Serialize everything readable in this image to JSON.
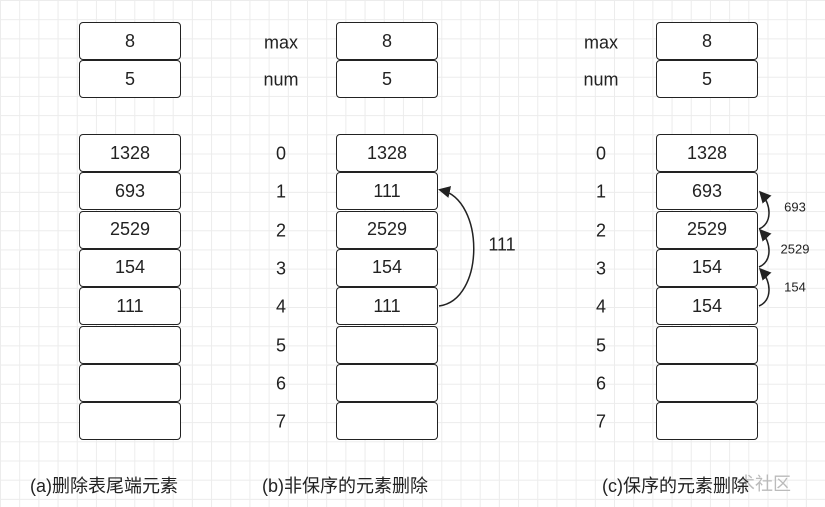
{
  "panels": [
    {
      "id": "a",
      "max": "8",
      "num": "5",
      "cells": [
        "1328",
        "693",
        "2529",
        "154",
        "111",
        "",
        "",
        ""
      ],
      "caption": "(a)删除表尾端元素"
    },
    {
      "id": "b",
      "max_label": "max",
      "num_label": "num",
      "max": "8",
      "num": "5",
      "indices": [
        "0",
        "1",
        "2",
        "3",
        "4",
        "5",
        "6",
        "7"
      ],
      "cells": [
        "1328",
        "111",
        "2529",
        "154",
        "111",
        "",
        "",
        ""
      ],
      "caption": "(b)非保序的元素删除",
      "arrow_label": "111"
    },
    {
      "id": "c",
      "max_label": "max",
      "num_label": "num",
      "max": "8",
      "num": "5",
      "indices": [
        "0",
        "1",
        "2",
        "3",
        "4",
        "5",
        "6",
        "7"
      ],
      "cells": [
        "1328",
        "693",
        "2529",
        "154",
        "154",
        "",
        "",
        ""
      ],
      "caption": "(c)保序的元素删除",
      "arrow_labels": [
        "693",
        "2529",
        "154"
      ]
    }
  ],
  "watermark": "术社区"
}
